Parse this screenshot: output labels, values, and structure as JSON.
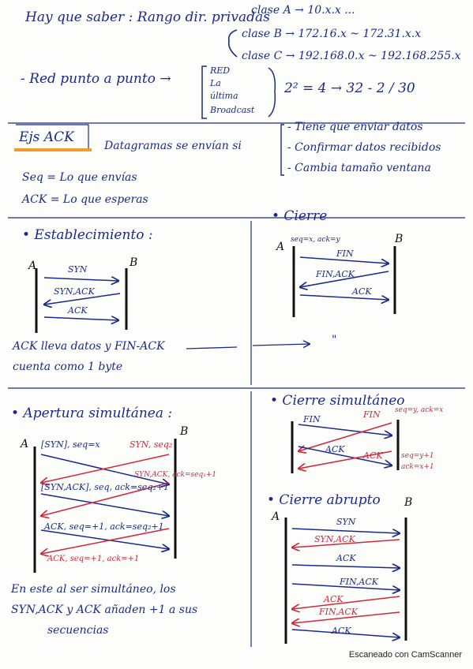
{
  "top": {
    "heading": "Hay que saber : Rango dir. privadas",
    "clases": [
      "clase A → 10.x.x ...",
      "clase B → 172.16.x ~ 172.31.x.x",
      "clase C → 192.168.0.x ~ 192.168.255.x"
    ],
    "p2p_label": "- Red punto a punto →",
    "p2p_items": [
      "RED",
      "La",
      "última",
      "Broadcast"
    ],
    "p2p_formula": "2² = 4 → 32 - 2 / 30"
  },
  "ack": {
    "title": "Ejs ACK",
    "datagramas": "Datagramas se envían si",
    "reasons": [
      "- Tiene que enviar datos",
      "- Confirmar datos recibidos",
      "- Cambia tamaño ventana"
    ],
    "seq_def": "Seq = Lo que envías",
    "ack_def": "ACK = Lo que esperas"
  },
  "establecimiento": {
    "title": "• Establecimiento :",
    "host_a": "A",
    "host_b": "B",
    "msgs": [
      "SYN",
      "SYN,ACK",
      "ACK"
    ],
    "note_line1": "ACK lleva datos y FIN-ACK",
    "note_line2": "cuenta como 1 byte"
  },
  "cierre": {
    "title": "• Cierre",
    "host_a": "A",
    "host_b": "B",
    "seq_label": "seq=x, ack=y",
    "msgs": [
      "FIN",
      "FIN,ACK",
      "ACK"
    ],
    "same_mark": "\""
  },
  "apertura": {
    "title": "• Apertura simultánea :",
    "host_a": "A",
    "host_b": "B",
    "blue_msgs": [
      "[SYN], seq=x",
      "[SYN,ACK], seq, ack=seq₂+1",
      "ACK, seq=+1, ack=seq₂+1"
    ],
    "red_msgs": [
      "SYN, seq₂",
      "SYN,ACK, ack=seq₁+1",
      "ACK, seq=+1, ack=+1"
    ],
    "note_line1": "En este al ser simultáneo, los",
    "note_line2": "SYN,ACK y ACK añaden +1 a sus",
    "note_line3": "secuencias"
  },
  "cierre_simultaneo": {
    "title": "• Cierre simultáneo",
    "blue_fin": "FIN",
    "red_fin": "FIN",
    "red_seq": "seq=y, ack=x",
    "blue_ack": "ACK",
    "red_ack": "ACK",
    "red_seq2_line1": "seq=y+1",
    "red_seq2_line2": "ack=x+1"
  },
  "cierre_abrupto": {
    "title": "• Cierre abrupto",
    "host_a": "A",
    "host_b": "B",
    "msgs": [
      "SYN",
      "SYN,ACK",
      "ACK",
      "FIN,ACK",
      "ACK",
      "FIN,ACK",
      "ACK"
    ]
  },
  "footer": "Escaneado con CamScanner"
}
